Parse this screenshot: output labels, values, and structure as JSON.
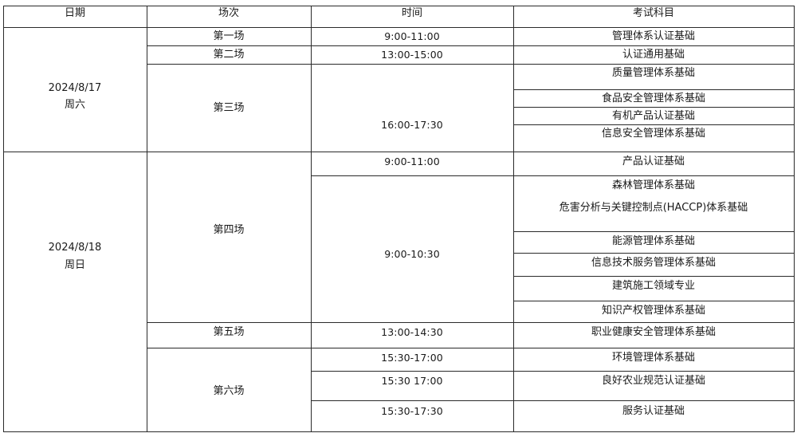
{
  "header": {
    "date": "日期",
    "session": "场次",
    "time": "时间",
    "subject": "考试科目"
  },
  "days": [
    {
      "date": "2024/8/17",
      "weekday": "周六"
    },
    {
      "date": "2024/8/18",
      "weekday": "周日"
    }
  ],
  "sessions": [
    "第一场",
    "第二场",
    "第三场",
    "第四场",
    "第五场",
    "第六场"
  ],
  "times": [
    "9:00-11:00",
    "13:00-15:00",
    "16:00-17:30",
    "9:00-11:00",
    "9:00-10:30",
    "13:00-14:30",
    "15:30-17:00",
    "15:30 17:00",
    "15:30-17:30"
  ],
  "subjects": [
    "管理体系认证基础",
    "认证通用基础",
    "质量管理体系基础",
    "食品安全管理体系基础",
    "有机产品认证基础",
    "信息安全管理体系基础",
    "产品认证基础",
    "森林管理体系基础",
    "危害分析与关键控制点(HACCP)体系基础",
    "能源管理体系基础",
    "信息技术服务管理体系基础",
    "建筑施工领域专业",
    "知识产权管理体系基础",
    "职业健康安全管理体系基础",
    "环境管理体系基础",
    "良好农业规范认证基础",
    "服务认证基础"
  ]
}
